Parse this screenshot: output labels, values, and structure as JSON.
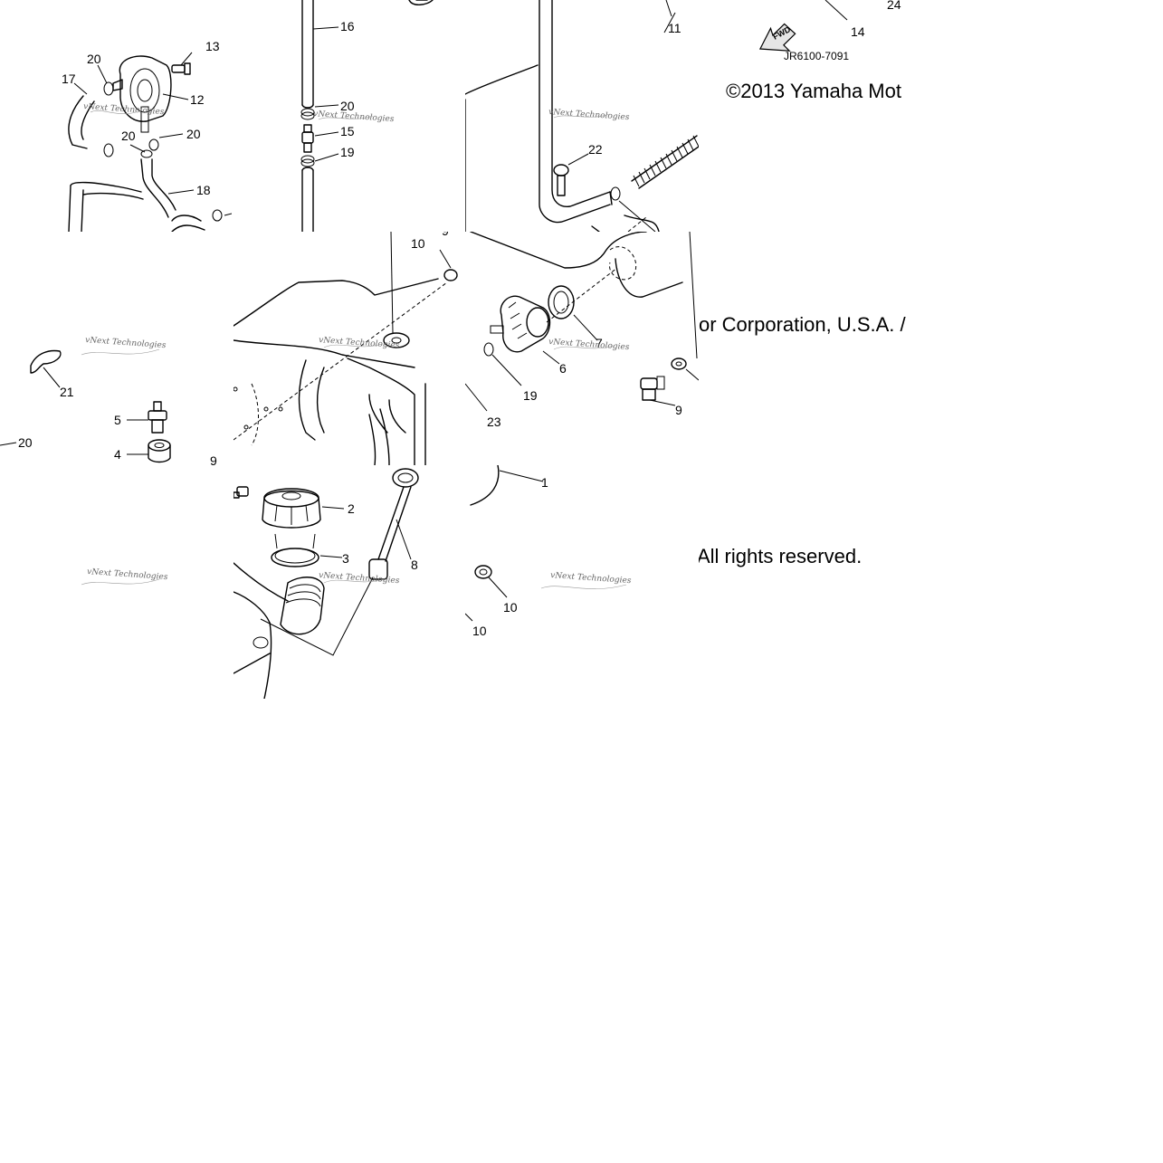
{
  "diagram": {
    "drawing_code": "JR6100-7091",
    "fwd_label": "FWD",
    "copyright_line": "©2013 Yamaha Mot",
    "corporation_line": "or Corporation, U.S.A. /",
    "rights_line": "All rights reserved.",
    "watermark_text": "vNext Technologies",
    "callouts": {
      "c1": "1",
      "c2": "2",
      "c3": "3",
      "c4": "4",
      "c5": "5",
      "c6": "6",
      "c7": "7",
      "c8": "8",
      "c9a": "9",
      "c9b": "9",
      "c9c": "9",
      "c10a": "10",
      "c10b": "10",
      "c10c": "10",
      "c11": "11",
      "c12": "12",
      "c13": "13",
      "c14": "14",
      "c15": "15",
      "c16": "16",
      "c17": "17",
      "c18": "18",
      "c19a": "19",
      "c19b": "19",
      "c20a": "20",
      "c20b": "20",
      "c20c": "20",
      "c20d": "20",
      "c20e": "20",
      "c21": "21",
      "c22": "22",
      "c23": "23",
      "c24": "24"
    }
  }
}
